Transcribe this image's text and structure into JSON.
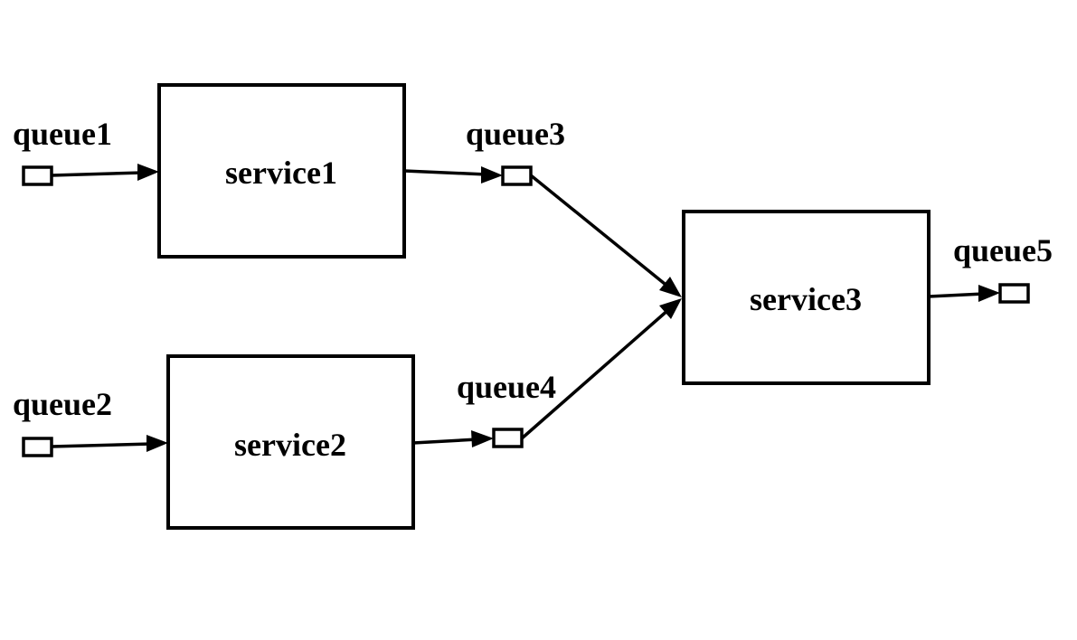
{
  "services": {
    "service1": "service1",
    "service2": "service2",
    "service3": "service3"
  },
  "queues": {
    "queue1": "queue1",
    "queue2": "queue2",
    "queue3": "queue3",
    "queue4": "queue4",
    "queue5": "queue5"
  },
  "edges": [
    {
      "from": "queue1",
      "to": "service1"
    },
    {
      "from": "queue2",
      "to": "service2"
    },
    {
      "from": "service1",
      "to": "queue3"
    },
    {
      "from": "service2",
      "to": "queue4"
    },
    {
      "from": "queue3",
      "to": "service3"
    },
    {
      "from": "queue4",
      "to": "service3"
    },
    {
      "from": "service3",
      "to": "queue5"
    }
  ],
  "colors": {
    "stroke": "#000000",
    "background": "#ffffff"
  }
}
